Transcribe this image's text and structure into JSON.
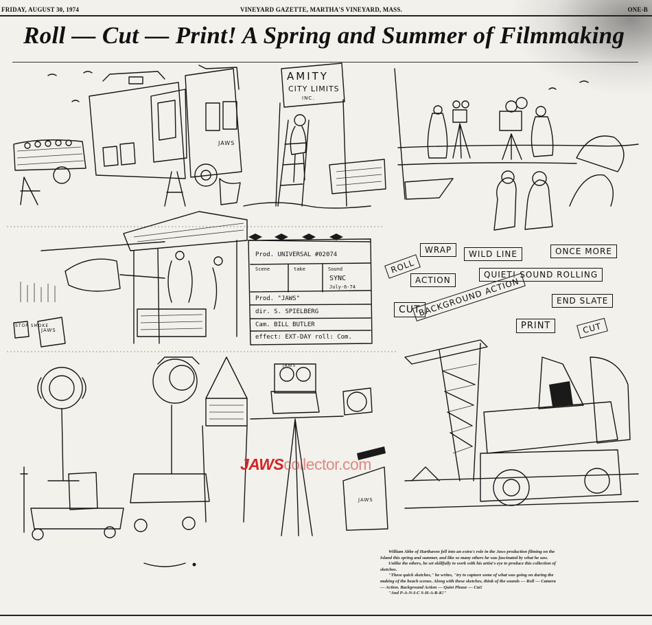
{
  "masthead": {
    "date": "FRIDAY, AUGUST 30, 1974",
    "paper": "VINEYARD GAZETTE, MARTHA'S VINEYARD, MASS.",
    "section": "ONE-B"
  },
  "headline": "Roll — Cut — Print! A Spring and Summer of Filmmaking",
  "signs": {
    "amity_line1": "AMITY",
    "amity_line2": "CITY LIMITS",
    "amity_line3": "INC.",
    "truck_label": "JAWS",
    "shed_sign": "STOP SMOKE",
    "board_sign": "JAWS",
    "chair_label": "JAWS",
    "bucket_label": "JAWS"
  },
  "clapperboard": {
    "prod": "Prod. UNIVERSAL #02074",
    "scene": "Scene",
    "take": "take",
    "sound": "Sound",
    "sync": "SYNC",
    "date": "July-6-74",
    "title": "Prod. \"JAWS\"",
    "director": "dir. S. SPIELBERG",
    "camera": "Cam. BILL BUTLER",
    "effect": "effect: EXT-DAY roll: Com."
  },
  "film_terms": {
    "roll": "ROLL",
    "wrap": "WRAP",
    "wild_line": "WILD LINE",
    "once_more": "ONCE MORE",
    "action": "ACTION",
    "quiet_sound_rolling": "QUIET! SOUND ROLLING",
    "cut_1": "CUT",
    "background_action": "BACKGROUND ACTION",
    "end_slate": "END SLATE",
    "print": "PRINT",
    "cut_2": "CUT"
  },
  "watermark": {
    "part1": "JAWS",
    "part2": "collector.com"
  },
  "caption": [
    "William Abbe of Harthaven fell into an extra's role in the Jaws production filming on the Island this spring and summer, and like so many others he was fascinated by what he saw.",
    "Unlike the others, he set skillfully to work with his artist's eye to produce this collection of sketches.",
    "\"These quick sketches,\" he writes, \"try to capture some of what was going on during the making of the beach scenes. Along with these sketches, think of the sounds — Roll — Camera — Action. Background Action — Quiet Please — Cut!",
    "\"And P-A-N-I-C S-H-A-R-K!\""
  ],
  "colors": {
    "paper": "#f3f1ec",
    "ink": "#161616",
    "watermark_red": "#d42525"
  }
}
